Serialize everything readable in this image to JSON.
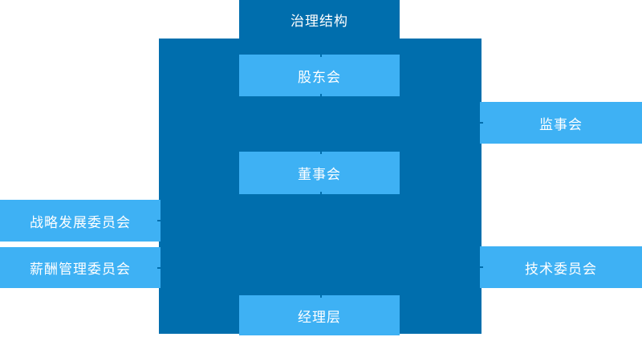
{
  "diagram": {
    "title": "治理结构",
    "colors": {
      "primary_dark": "#006EAD",
      "primary_light": "#3EB1F4",
      "text": "#FFFFFF"
    },
    "nodes": {
      "shareholders": {
        "label": "股东会"
      },
      "supervisory": {
        "label": "监事会"
      },
      "board": {
        "label": "董事会"
      },
      "strategy": {
        "label": "战略发展委员会"
      },
      "compensation": {
        "label": "薪酬管理委员会"
      },
      "technical": {
        "label": "技术委员会"
      },
      "management": {
        "label": "经理层"
      }
    }
  }
}
